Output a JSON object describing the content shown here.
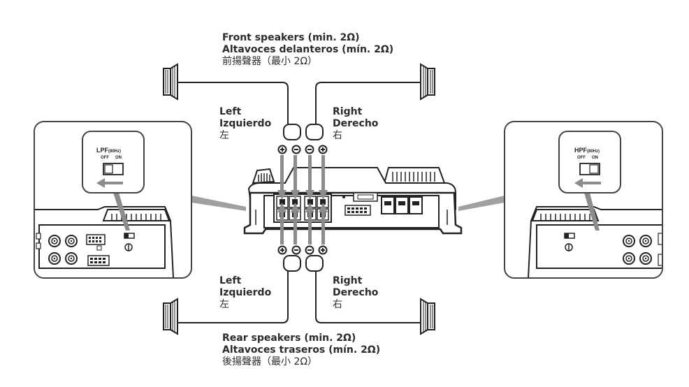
{
  "front": {
    "title_en": "Front speakers (min. 2Ω)",
    "title_es": "Altavoces delanteros (mín. 2Ω)",
    "title_zh": "前揚聲器（最小 2Ω）"
  },
  "rear": {
    "title_en": "Rear speakers (min. 2Ω)",
    "title_es": "Altavoces traseros (mín. 2Ω)",
    "title_zh": "後揚聲器（最小 2Ω）"
  },
  "channels": {
    "left_en": "Left",
    "left_es": "Izquierdo",
    "left_zh": "左",
    "right_en": "Right",
    "right_es": "Derecho",
    "right_zh": "右"
  },
  "switches": {
    "lpf_label": "LPF",
    "lpf_freq": "(80Hz)",
    "hpf_label": "HPF",
    "hpf_freq": "(80Hz)",
    "off_label": "OFF",
    "on_label": "ON"
  },
  "polarity": {
    "plus": "+",
    "minus": "−"
  },
  "colors": {
    "line": "#222222",
    "wire_gray": "#8c8c8c",
    "panel_border": "#444444",
    "callout_fill": "#a0a0a0"
  },
  "icons": {
    "speaker": "speaker-icon",
    "amplifier": "amplifier-icon",
    "switch": "slide-switch-icon"
  }
}
